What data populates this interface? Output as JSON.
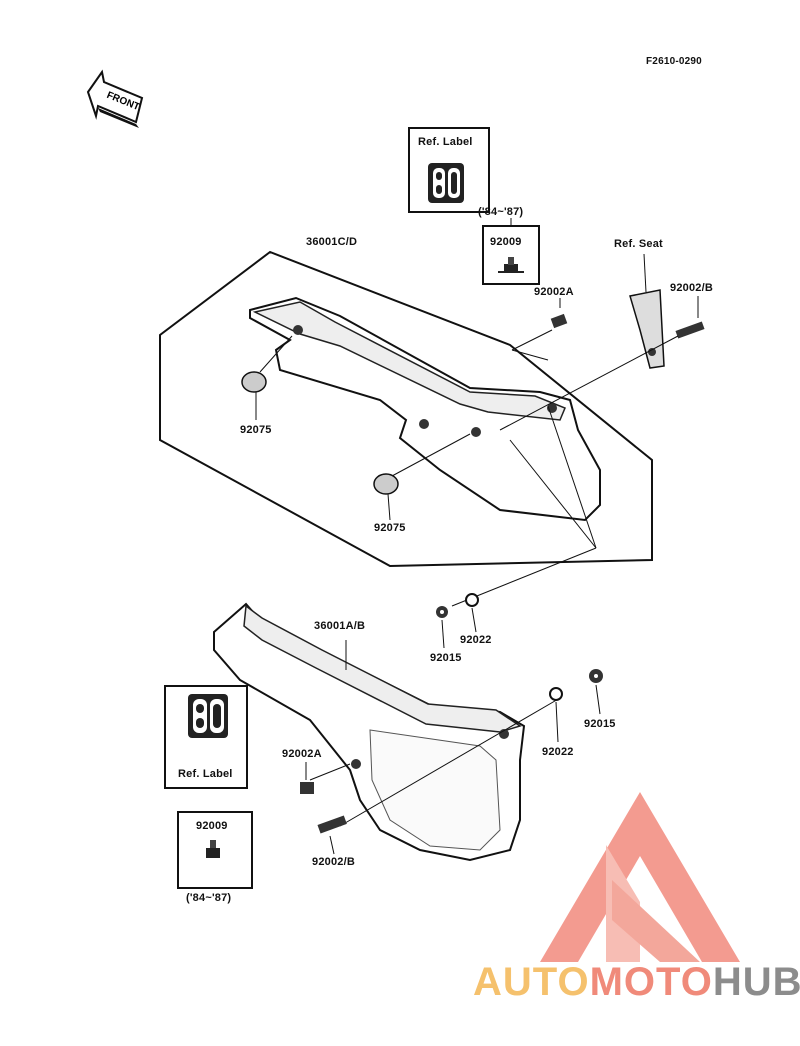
{
  "figure_code": "F2610-0290",
  "front_arrow_text": "FRONT",
  "upper_group": {
    "cover_part": "36001C/D",
    "ref_label_top": "Ref. Label",
    "year_note": "('84~'87)",
    "clip_part": "92009",
    "ref_seat": "Ref. Seat",
    "bolt_a": "92002A",
    "bolt_b": "92002/B",
    "grommet_1": "92075",
    "grommet_2": "92075",
    "washer": "92022",
    "nut": "92015"
  },
  "lower_group": {
    "cover_part": "36001A/B",
    "ref_label": "Ref. Label",
    "clip_part": "92009",
    "year_note": "('84~'87)",
    "bolt_a": "92002A",
    "bolt_b": "92002/B",
    "washer": "92022",
    "nut": "92015"
  },
  "watermark": {
    "part1": "AUTO",
    "part2": "MOTO",
    "part3": "HUB",
    "color1": "#f5c16d",
    "color2": "#f08a7a",
    "color3": "#8c8c8c"
  }
}
